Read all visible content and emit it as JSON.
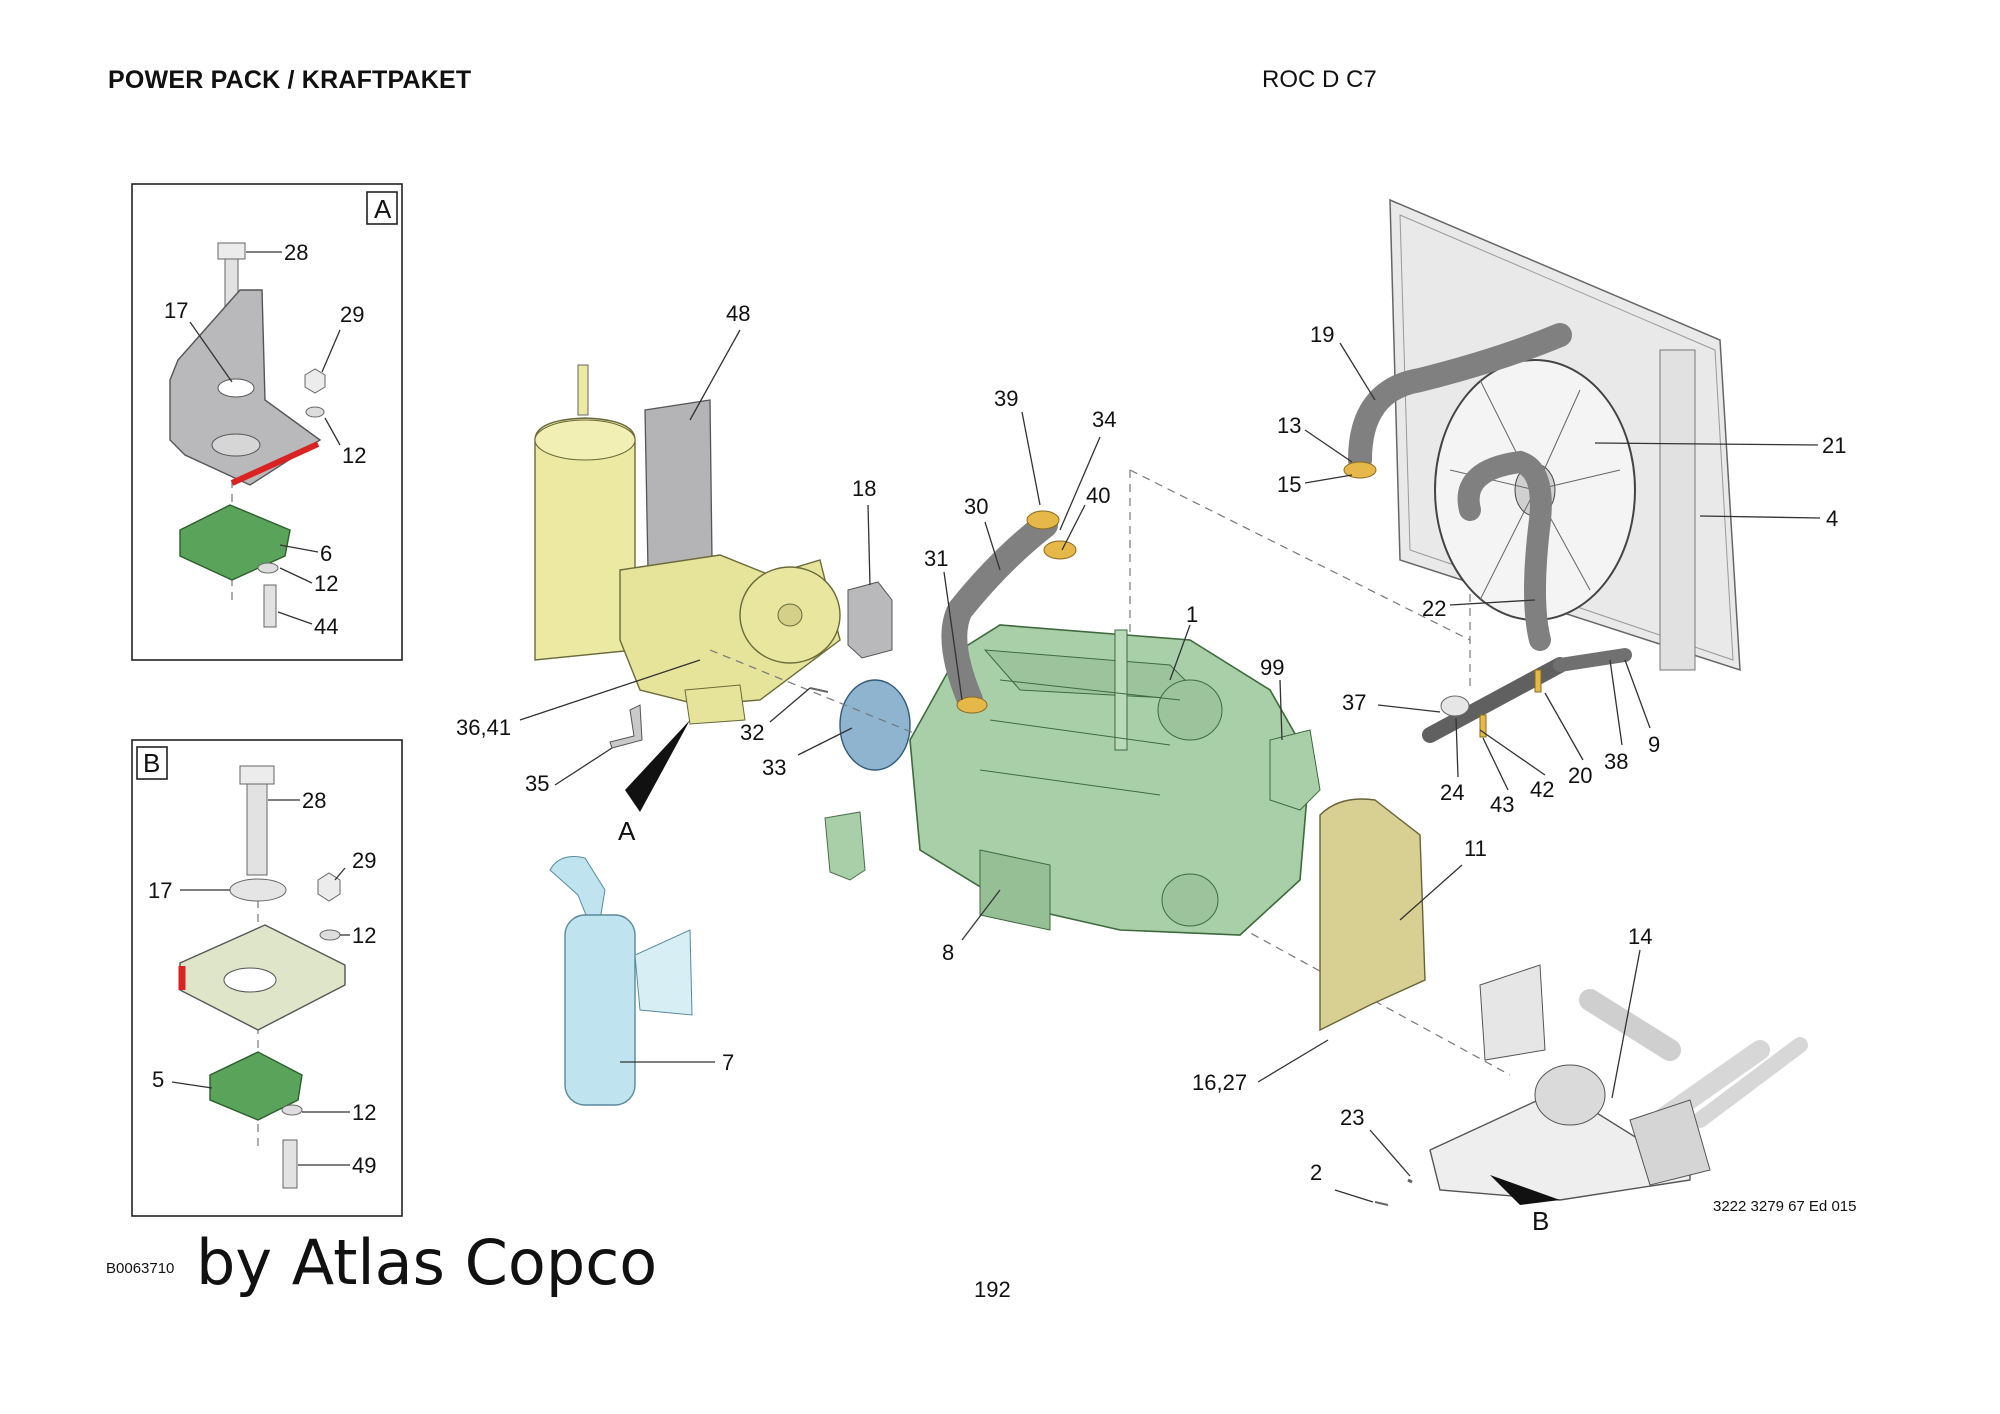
{
  "header": {
    "title": "POWER PACK / KRAFTPAKET",
    "model": "ROC D C7"
  },
  "footer": {
    "page": "192",
    "doc_ref": "3222 3279 67 Ed 015",
    "drawing_code": "B0063710",
    "watermark": "by Atlas Copco"
  },
  "inset_a": {
    "tag": "A",
    "callouts": {
      "c28": "28",
      "c17": "17",
      "c29": "29",
      "c12a": "12",
      "c6": "6",
      "c12b": "12",
      "c44": "44"
    }
  },
  "inset_b": {
    "tag": "B",
    "callouts": {
      "c28": "28",
      "c29": "29",
      "c17": "17",
      "c12a": "12",
      "c5": "5",
      "c12b": "12",
      "c49": "49"
    }
  },
  "view_markers": {
    "a": "A",
    "b": "B"
  },
  "callouts": {
    "c48": "48",
    "c39": "39",
    "c34": "34",
    "c40": "40",
    "c18": "18",
    "c30": "30",
    "c31": "31",
    "c1": "1",
    "c99": "99",
    "c32": "32",
    "c33": "33",
    "c3641": "36,41",
    "c35": "35",
    "c7": "7",
    "c8": "8",
    "c19": "19",
    "c13": "13",
    "c15": "15",
    "c21": "21",
    "c4": "4",
    "c22": "22",
    "c37": "37",
    "c24": "24",
    "c43": "43",
    "c42": "42",
    "c20": "20",
    "c38": "38",
    "c9": "9",
    "c11": "11",
    "c14": "14",
    "c1627": "16,27",
    "c23": "23",
    "c2": "2"
  },
  "colors": {
    "engine": "#a9cfa8",
    "compressor": "#ece9a3",
    "muffler": "#bfe4f0",
    "cover": "#d8cf92",
    "fan": "#8fb4cf",
    "mount": "#5aa35b",
    "seal": "#d92323",
    "hose": "#808080",
    "clamp": "#e6b84a"
  }
}
